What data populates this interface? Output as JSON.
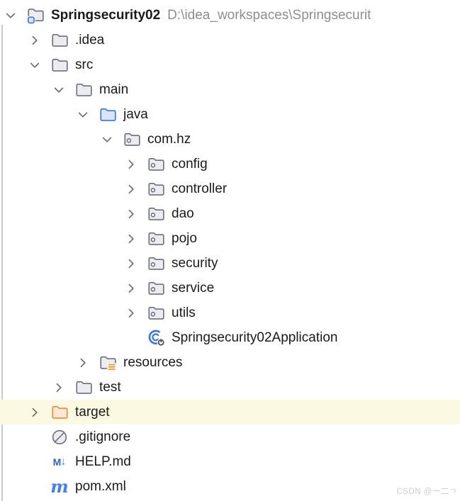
{
  "watermark": "CSDN @一二ㄱ",
  "colors": {
    "accent_blue": "#3574F0",
    "folder_stroke": "#6c707e",
    "folder_fill": "#ebecf0",
    "java_folder_fill": "#dce4fb",
    "excluded_folder_stroke": "#e58e3f",
    "excluded_folder_fill": "#fbe7d4",
    "resources_lines_orange": "#e8a33d",
    "highlighted_row_yellow": "#fcf9e3",
    "tree_text": "#1a1a1a",
    "path_text": "#8c8e94",
    "chevron_gray": "#6e6e6e",
    "watermark_gray": "#c9cdd1"
  },
  "tree": {
    "items": [
      {
        "label": "Springsecurity02",
        "suffix": "D:\\idea_workspaces\\Springsecurit",
        "level": 0,
        "chevron": "down",
        "icon": "project-folder",
        "bold": true,
        "highlighted": false
      },
      {
        "label": ".idea",
        "suffix": "",
        "level": 1,
        "chevron": "right",
        "icon": "folder",
        "bold": false,
        "highlighted": false
      },
      {
        "label": "src",
        "suffix": "",
        "level": 1,
        "chevron": "down",
        "icon": "folder",
        "bold": false,
        "highlighted": false
      },
      {
        "label": "main",
        "suffix": "",
        "level": 2,
        "chevron": "down",
        "icon": "folder",
        "bold": false,
        "highlighted": false
      },
      {
        "label": "java",
        "suffix": "",
        "level": 3,
        "chevron": "down",
        "icon": "sources-folder",
        "bold": false,
        "highlighted": false
      },
      {
        "label": "com.hz",
        "suffix": "",
        "level": 4,
        "chevron": "down",
        "icon": "package",
        "bold": false,
        "highlighted": false
      },
      {
        "label": "config",
        "suffix": "",
        "level": 5,
        "chevron": "right",
        "icon": "package",
        "bold": false,
        "highlighted": false
      },
      {
        "label": "controller",
        "suffix": "",
        "level": 5,
        "chevron": "right",
        "icon": "package",
        "bold": false,
        "highlighted": false
      },
      {
        "label": "dao",
        "suffix": "",
        "level": 5,
        "chevron": "right",
        "icon": "package",
        "bold": false,
        "highlighted": false
      },
      {
        "label": "pojo",
        "suffix": "",
        "level": 5,
        "chevron": "right",
        "icon": "package",
        "bold": false,
        "highlighted": false
      },
      {
        "label": "security",
        "suffix": "",
        "level": 5,
        "chevron": "right",
        "icon": "package",
        "bold": false,
        "highlighted": false
      },
      {
        "label": "service",
        "suffix": "",
        "level": 5,
        "chevron": "right",
        "icon": "package",
        "bold": false,
        "highlighted": false
      },
      {
        "label": "utils",
        "suffix": "",
        "level": 5,
        "chevron": "right",
        "icon": "package",
        "bold": false,
        "highlighted": false
      },
      {
        "label": "Springsecurity02Application",
        "suffix": "",
        "level": 5,
        "chevron": "none",
        "icon": "spring-boot-application",
        "bold": false,
        "highlighted": false
      },
      {
        "label": "resources",
        "suffix": "",
        "level": 3,
        "chevron": "right",
        "icon": "resources-folder",
        "bold": false,
        "highlighted": false
      },
      {
        "label": "test",
        "suffix": "",
        "level": 2,
        "chevron": "right",
        "icon": "folder",
        "bold": false,
        "highlighted": false
      },
      {
        "label": "target",
        "suffix": "",
        "level": 1,
        "chevron": "right",
        "icon": "excluded-folder",
        "bold": false,
        "highlighted": true
      },
      {
        "label": ".gitignore",
        "suffix": "",
        "level": 1,
        "chevron": "none",
        "icon": "ignored-file",
        "bold": false,
        "highlighted": false
      },
      {
        "label": "HELP.md",
        "suffix": "",
        "level": 1,
        "chevron": "none",
        "icon": "markdown-file",
        "bold": false,
        "highlighted": false
      },
      {
        "label": "pom.xml",
        "suffix": "",
        "level": 1,
        "chevron": "none",
        "icon": "maven-file",
        "bold": false,
        "highlighted": false
      }
    ]
  }
}
